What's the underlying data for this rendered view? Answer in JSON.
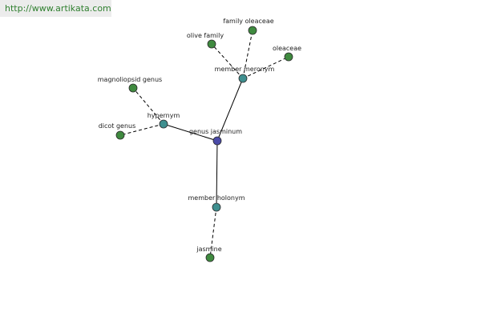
{
  "watermark": {
    "text": "http://www.artikata.com"
  },
  "colors": {
    "center": "#4a4aa8",
    "relation": "#3f8f8f",
    "leaf": "#3f8a3f"
  },
  "graph": {
    "center": {
      "label": "genus jasminum"
    },
    "relations": [
      {
        "label": "member meronym"
      },
      {
        "label": "hypernym"
      },
      {
        "label": "member holonym"
      }
    ],
    "leaves": [
      {
        "label": "family oleaceae",
        "relation": "member meronym"
      },
      {
        "label": "olive family",
        "relation": "member meronym"
      },
      {
        "label": "oleaceae",
        "relation": "member meronym"
      },
      {
        "label": "magnoliopsid genus",
        "relation": "hypernym"
      },
      {
        "label": "dicot genus",
        "relation": "hypernym"
      },
      {
        "label": "jasmine",
        "relation": "member holonym"
      }
    ]
  }
}
